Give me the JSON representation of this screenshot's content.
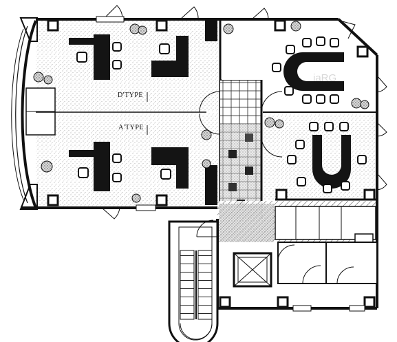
{
  "labels": {
    "d_type": "D'TYPE",
    "a_type": "A'TYPE"
  },
  "watermark": "iaRG",
  "colors": {
    "wall": "#111111",
    "ink": "#222222",
    "paper": "#ffffff",
    "stipple": "#9a9a9a",
    "furniture": "#141414"
  }
}
